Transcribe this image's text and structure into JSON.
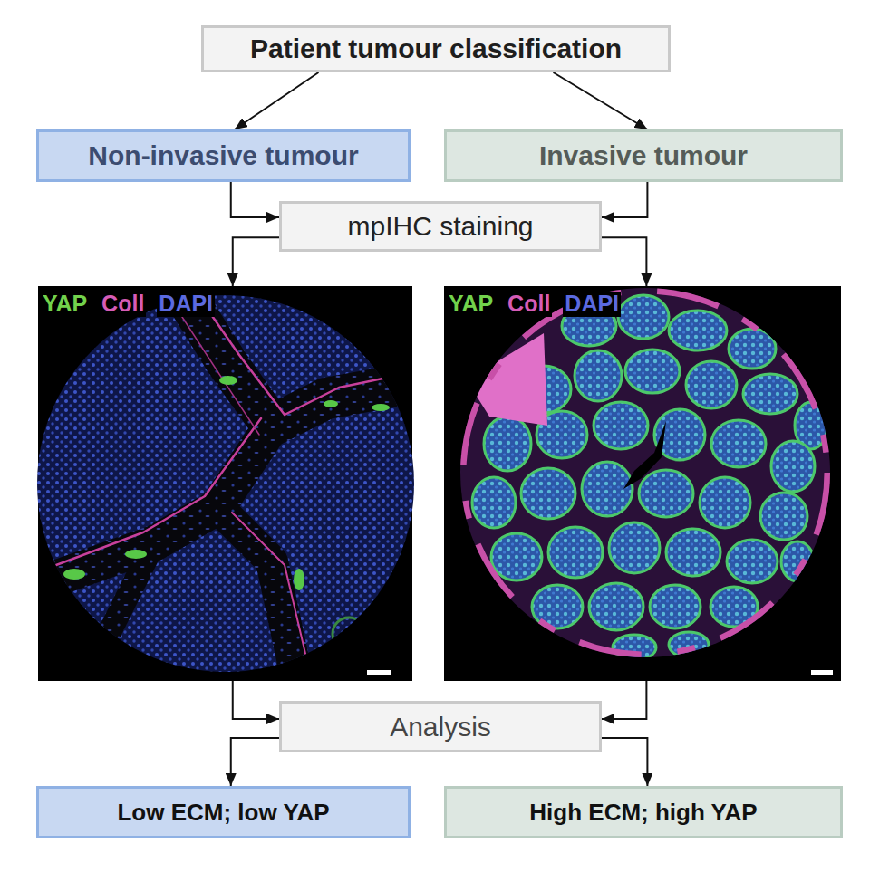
{
  "diagram": {
    "nodes": [
      {
        "text": [
          "Patient tumour classification"
        ]
      },
      {
        "text": [
          "Non-invasive tumour"
        ]
      },
      {
        "text": [
          "Invasive tumour"
        ]
      },
      {
        "text": [
          "mpIHC staining"
        ]
      },
      {
        "text": [
          "YAP",
          "Coll",
          "DAPI"
        ]
      },
      {
        "text": [
          "YAP",
          "Coll",
          "DAPI"
        ]
      },
      {
        "text": [
          "Analysis"
        ]
      },
      {
        "text": [
          "Low ECM; low YAP"
        ]
      },
      {
        "text": [
          "High ECM; high YAP"
        ]
      }
    ],
    "edges": [
      {
        "from": 0,
        "to": 1,
        "arrow": "to"
      },
      {
        "from": 0,
        "to": 2,
        "arrow": "to"
      },
      {
        "from": 1,
        "to": 3,
        "arrow": "to"
      },
      {
        "from": 2,
        "to": 3,
        "arrow": "to"
      },
      {
        "from": 3,
        "to": 4,
        "arrow": "to"
      },
      {
        "from": 3,
        "to": 5,
        "arrow": "to"
      },
      {
        "from": 4,
        "to": 6,
        "arrow": "to"
      },
      {
        "from": 5,
        "to": 6,
        "arrow": "to"
      },
      {
        "from": 6,
        "to": 7,
        "arrow": "to"
      },
      {
        "from": 6,
        "to": 8,
        "arrow": "to"
      }
    ]
  }
}
